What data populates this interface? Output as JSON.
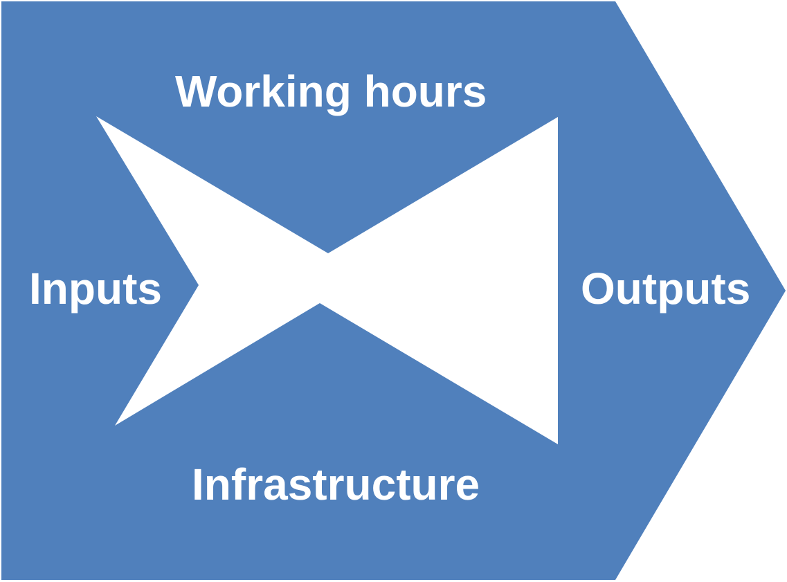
{
  "diagram": {
    "labels": {
      "top": "Working hours",
      "bottom": "Infrastructure",
      "left": "Inputs",
      "right": "Outputs"
    }
  },
  "colors": {
    "chevron_fill": "#5080BC",
    "center_shape_fill": "#FFFFFF",
    "label_text": "#FFFFFF",
    "background": "#FFFFFF"
  }
}
